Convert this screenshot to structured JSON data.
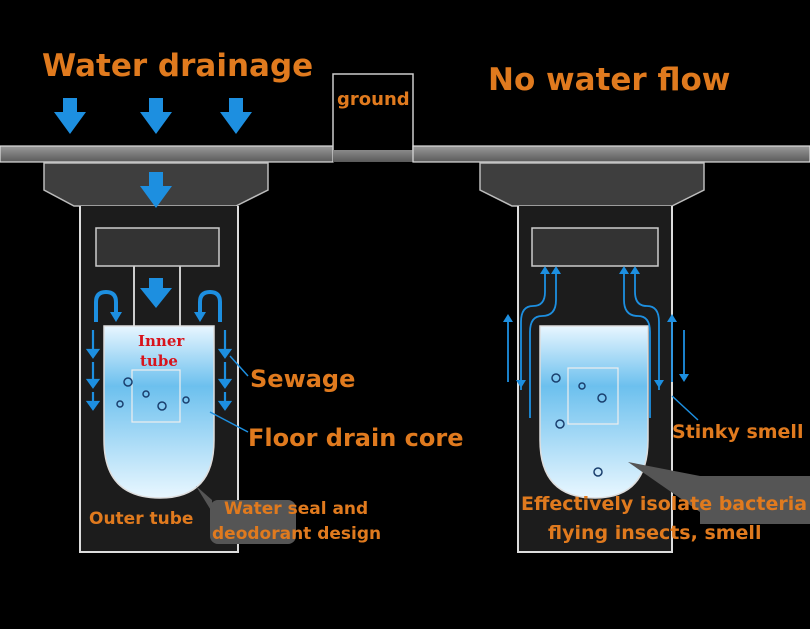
{
  "colors": {
    "background": "#000000",
    "label": "#e07a1e",
    "arrow": "#1d8fe0",
    "inner_label": "#d8141c",
    "water": "#8fd0f2"
  },
  "left": {
    "title": "Water drainage",
    "inner_tube": [
      "Inner",
      "tube"
    ],
    "sewage": "Sewage",
    "floor_drain_core": "Floor drain core",
    "outer_tube": "Outer tube",
    "water_seal": [
      "Water seal and",
      "deodorant design"
    ]
  },
  "center": {
    "ground": "ground"
  },
  "right": {
    "title": "No water flow",
    "stinky_smell": "Stinky smell",
    "isolate": [
      "Effectively isolate bacteria",
      "flying insects, smell"
    ]
  }
}
